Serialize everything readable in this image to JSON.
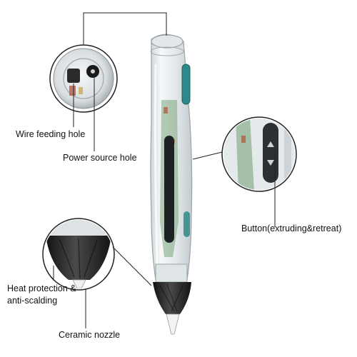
{
  "labels": {
    "wire_feeding_hole": "Wire feeding hole",
    "power_source_hole": "Power source hole",
    "button": "Button(extruding&retreat)",
    "heat_protection_line1": "Heat protection &",
    "heat_protection_line2": "anti-scalding",
    "ceramic_nozzle": "Ceramic nozzle"
  },
  "colors": {
    "leader_line": "#222222",
    "pen_body": "#e9eef0",
    "button_teal": "#2e8a8a",
    "pcb_green": "#5f8f63",
    "nozzle_black": "#2a2a2a"
  }
}
